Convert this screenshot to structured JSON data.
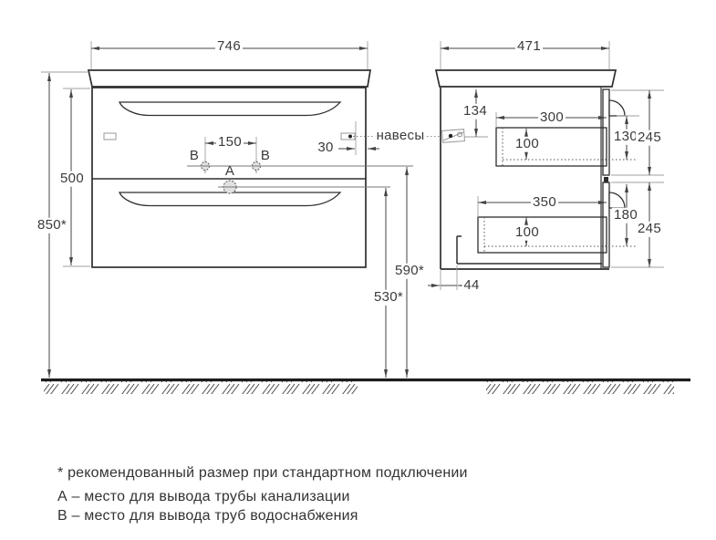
{
  "drawing": {
    "title_semantic": "vanity cabinet installation dimensions",
    "dims": {
      "d746": "746",
      "d471": "471",
      "d500": "500",
      "d850": "850*",
      "d150": "150",
      "d30": "30",
      "d590": "590*",
      "d530": "530*",
      "d134": "134",
      "d300": "300",
      "d100_top": "100",
      "d130": "130",
      "d245_top": "245",
      "d350": "350",
      "d100_bottom": "100",
      "d180": "180",
      "d245_bottom": "245",
      "d44": "44"
    },
    "markers": {
      "a": "A",
      "b_left": "B",
      "b_right": "B",
      "hangers": "навесы"
    },
    "footnotes": [
      "* рекомендованный размер при стандартном подключении",
      "А – место для вывода трубы канализации",
      "В – место для вывода труб водоснабжения"
    ],
    "colors": {
      "outline": "#2e2e2e",
      "dimension_line": "#444444",
      "extension_line": "#9f9f9f",
      "floor": "#1d1d1d",
      "background": "#ffffff"
    }
  }
}
